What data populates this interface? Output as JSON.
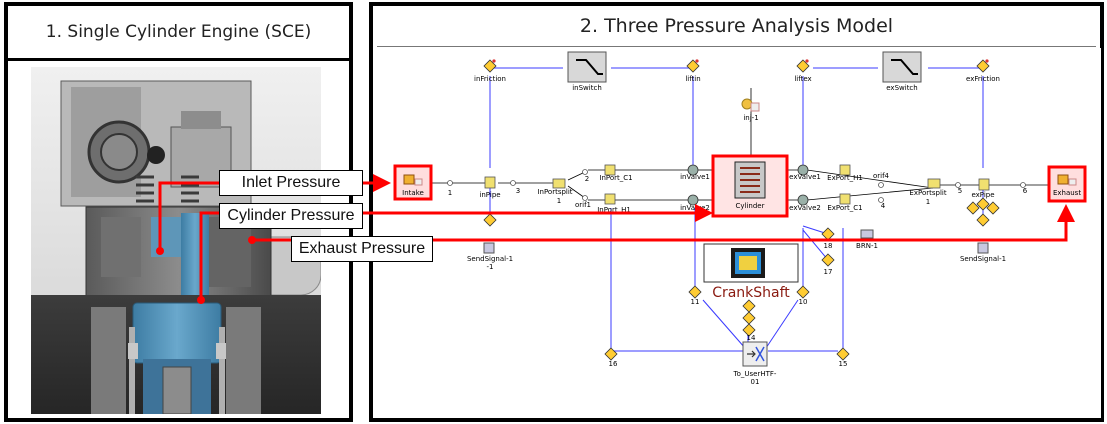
{
  "panels": {
    "left_title": "1. Single Cylinder Engine (SCE)",
    "right_title": "2. Three Pressure Analysis Model"
  },
  "callouts": {
    "inlet": "Inlet Pressure",
    "cylinder": "Cylinder Pressure",
    "exhaust": "Exhaust Pressure"
  },
  "model": {
    "inFriction": "inFriction",
    "inSwitch": "inSwitch",
    "liftin": "liftin",
    "inj1": "inj-1",
    "liftex": "liftex",
    "exSwitch": "exSwitch",
    "exFriction": "exFriction",
    "intake": "Intake",
    "n1": "1",
    "inPipe": "inPipe",
    "n3": "3",
    "inPortsplit": "InPortsplit",
    "split1": "1",
    "n2": "2",
    "inPortC1": "InPort_C1",
    "orif1": "orif1",
    "inPortH1": "InPort_H1",
    "inValve1": "inValve1",
    "inValve2": "inValve2",
    "cylinder": "Cylinder",
    "exValve1": "exValve1",
    "exValve2": "exValve2",
    "exPortH1": "ExPort_H1",
    "exPortC1": "ExPort_C1",
    "orif4": "orif4",
    "n4": "4",
    "exPortsplit": "ExPortsplit",
    "split2": "1",
    "n5": "5",
    "exPipe": "exPipe",
    "n6": "6",
    "exhaust": "Exhaust",
    "sendSignalL": "SendSignal-1",
    "sendSignalLb": "-1",
    "sendSignalR": "SendSignal-1",
    "n18": "18",
    "brn1": "BRN-1",
    "n17": "17",
    "crankshaft": "CrankShaft",
    "n11": "11",
    "n10": "10",
    "n14": "14",
    "n16": "16",
    "n15": "15",
    "toUser": "To_UserHTF-",
    "toUser2": "01"
  },
  "colors": {
    "highlight_red": "#ff0000",
    "wire_blue": "#3b3bff",
    "engine_blue": "#4f8fb5"
  }
}
